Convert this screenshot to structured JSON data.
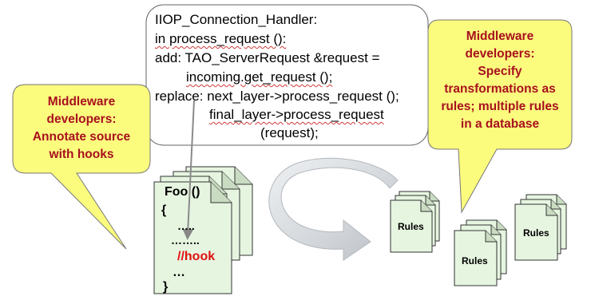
{
  "code_box": {
    "lines": [
      "IIOP_Connection_Handler:",
      "in process_request ():",
      "add: TAO_ServerRequest &request =",
      "incoming.get_request ();",
      "replace: next_layer->process_request ();",
      "final_layer->process_request",
      "(request);"
    ]
  },
  "callout_left": {
    "lines": [
      "Middleware",
      "developers:",
      "Annotate source",
      "with hooks"
    ]
  },
  "callout_right": {
    "lines": [
      "Middleware",
      "developers:",
      "Specify",
      "transformations as",
      "rules; multiple rules",
      "in a database"
    ]
  },
  "source_doc": {
    "lines": [
      "Foo ()",
      "{",
      "…..",
      "……..",
      "//hook",
      "…",
      "}"
    ]
  },
  "rules_stacks": [
    {
      "label": "Rules"
    },
    {
      "label": "Rules"
    },
    {
      "label": "Rules"
    }
  ],
  "colors": {
    "callout_fill": "#fbfb7e",
    "callout_text": "#a8101e",
    "doc_fill": "#e6f5e0",
    "hook_text": "#e01010",
    "arrow_fill": "#cfd3d8"
  }
}
